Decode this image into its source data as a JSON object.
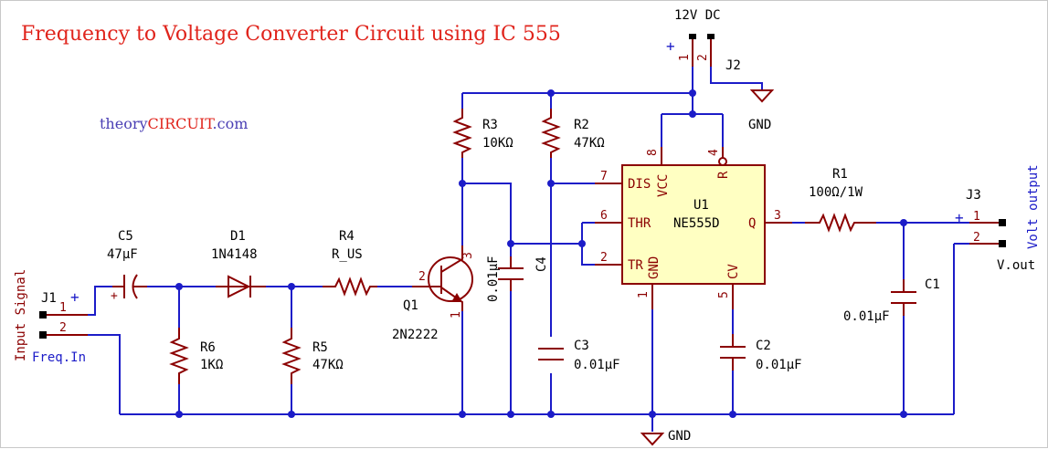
{
  "title": "Frequency to Voltage Converter Circuit using IC 555",
  "brand": {
    "prefix": "theory",
    "middle": "CIRCUIT",
    "suffix": ".com"
  },
  "supply": {
    "label": "12V DC",
    "connector": "J2",
    "gnd": "GND",
    "pin1": "1",
    "pin2": "2",
    "plus": "+"
  },
  "input": {
    "connector": "J1",
    "side_label": "Input Signal",
    "signal": "Freq.In",
    "pin1": "1",
    "pin2": "2",
    "plus": "+"
  },
  "output": {
    "connector": "J3",
    "side_label": "Volt output",
    "signal": "V.out",
    "pin1": "1",
    "pin2": "2",
    "plus": "+"
  },
  "bottom_gnd": "GND",
  "components": {
    "C5": {
      "ref": "C5",
      "value": "47µF",
      "plus": "+"
    },
    "D1": {
      "ref": "D1",
      "value": "1N4148"
    },
    "R4": {
      "ref": "R4",
      "value": "R_US"
    },
    "R6": {
      "ref": "R6",
      "value": "1KΩ"
    },
    "R5": {
      "ref": "R5",
      "value": "47KΩ"
    },
    "Q1": {
      "ref": "Q1",
      "value": "2N2222",
      "pin_b": "2",
      "pin_c": "3",
      "pin_e": "1"
    },
    "R3": {
      "ref": "R3",
      "value": "10KΩ"
    },
    "R2": {
      "ref": "R2",
      "value": "47KΩ"
    },
    "C4": {
      "ref": "C4",
      "value": "0.01µF"
    },
    "C3": {
      "ref": "C3",
      "value": "0.01µF"
    },
    "C2": {
      "ref": "C2",
      "value": "0.01µF"
    },
    "R1": {
      "ref": "R1",
      "value": "100Ω/1W"
    },
    "C1": {
      "ref": "C1",
      "value": "0.01µF"
    },
    "U1": {
      "ref": "U1",
      "value": "NE555D",
      "pins": {
        "dis": {
          "num": "7",
          "name": "DIS"
        },
        "thr": {
          "num": "6",
          "name": "THR"
        },
        "tr": {
          "num": "2",
          "name": "TR"
        },
        "vcc": {
          "num": "8",
          "name": "VCC"
        },
        "r": {
          "num": "4",
          "name": "R"
        },
        "gnd": {
          "num": "1",
          "name": "GND"
        },
        "cv": {
          "num": "5",
          "name": "CV"
        },
        "q": {
          "num": "3",
          "name": "Q"
        }
      }
    }
  }
}
